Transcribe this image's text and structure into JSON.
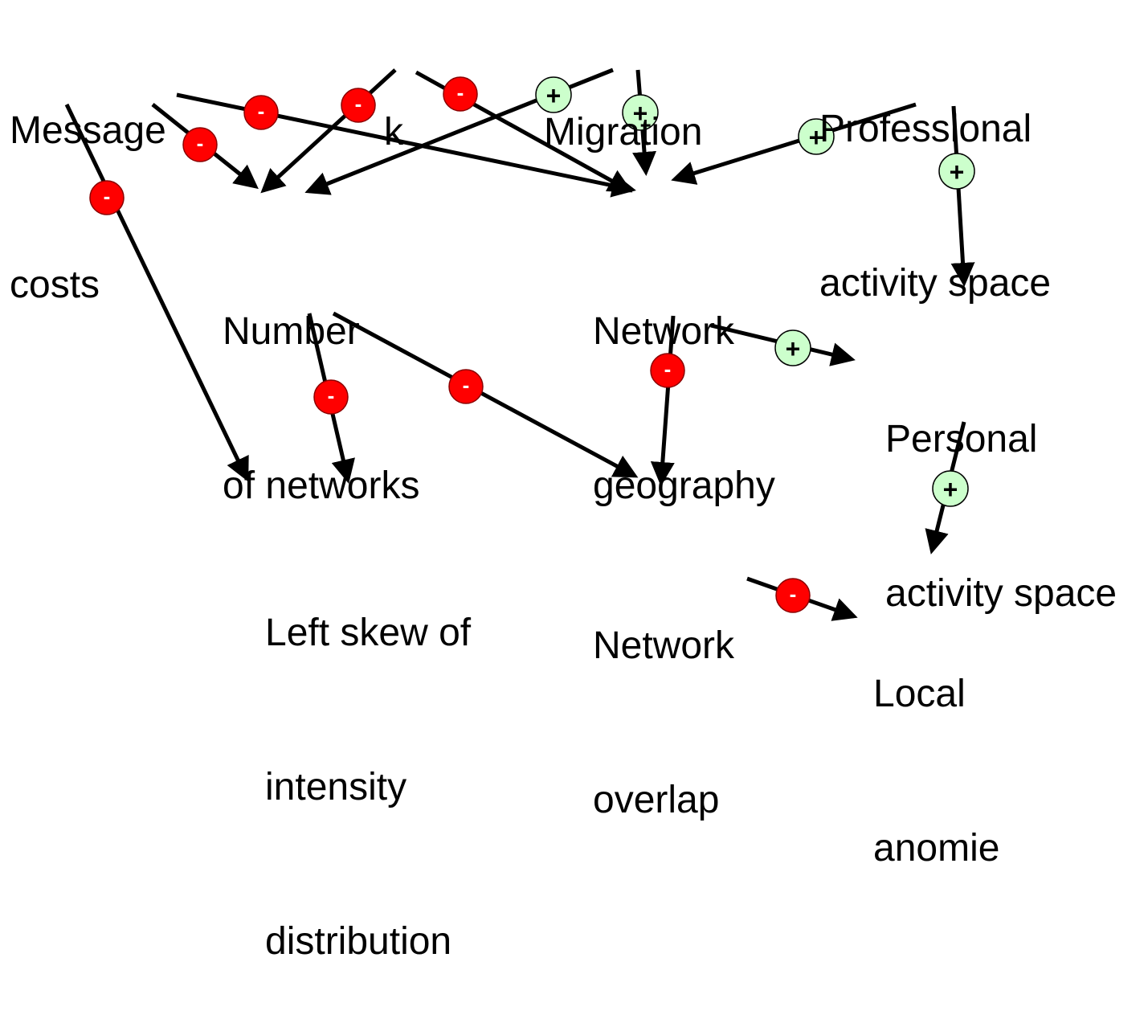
{
  "nodes": {
    "message_costs": {
      "lines": [
        "Message",
        "costs"
      ]
    },
    "k": {
      "lines": [
        "k"
      ]
    },
    "migration": {
      "lines": [
        "Migration"
      ]
    },
    "professional_activity_space": {
      "lines": [
        "Professional",
        "activity space"
      ]
    },
    "number_of_networks": {
      "lines": [
        "Number",
        "of networks"
      ]
    },
    "network_geography": {
      "lines": [
        "Network",
        "geography"
      ]
    },
    "personal_activity_space": {
      "lines": [
        "Personal",
        "activity space"
      ]
    },
    "left_skew": {
      "lines": [
        "Left skew of",
        "intensity",
        "distribution"
      ]
    },
    "network_overlap": {
      "lines": [
        "Network",
        "overlap"
      ]
    },
    "local_anomie": {
      "lines": [
        "Local",
        "anomie"
      ]
    }
  },
  "edges": [
    {
      "from": "message_costs",
      "to": "left_skew",
      "sign": "-"
    },
    {
      "from": "message_costs",
      "to": "number_of_networks",
      "sign": "-"
    },
    {
      "from": "message_costs",
      "to": "network_geography",
      "sign": "-"
    },
    {
      "from": "k",
      "to": "number_of_networks",
      "sign": "-"
    },
    {
      "from": "k",
      "to": "network_geography",
      "sign": "-"
    },
    {
      "from": "migration",
      "to": "number_of_networks",
      "sign": "+"
    },
    {
      "from": "migration",
      "to": "network_geography",
      "sign": "+"
    },
    {
      "from": "professional_activity_space",
      "to": "network_geography",
      "sign": "+"
    },
    {
      "from": "professional_activity_space",
      "to": "personal_activity_space",
      "sign": "+"
    },
    {
      "from": "number_of_networks",
      "to": "left_skew",
      "sign": "-"
    },
    {
      "from": "number_of_networks",
      "to": "network_overlap",
      "sign": "-"
    },
    {
      "from": "network_geography",
      "to": "network_overlap",
      "sign": "-"
    },
    {
      "from": "network_geography",
      "to": "personal_activity_space",
      "sign": "+"
    },
    {
      "from": "personal_activity_space",
      "to": "local_anomie",
      "sign": "+"
    },
    {
      "from": "network_overlap",
      "to": "local_anomie",
      "sign": "-"
    }
  ],
  "colors": {
    "negative_fill": "#ff0000",
    "negative_stroke": "#8b0000",
    "negative_text": "#ffffff",
    "positive_fill": "#ccffcc",
    "positive_stroke": "#000000",
    "positive_text": "#000000",
    "arrow": "#000000",
    "text": "#000000"
  }
}
